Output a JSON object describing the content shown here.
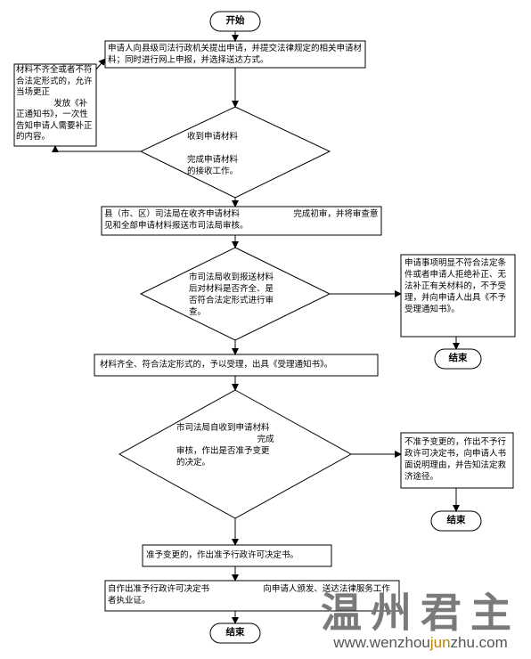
{
  "start": "开始",
  "step1": "申请人向县级司法行政机关提出申请，并提交法律规定的相关申请材料；同时进行网上申报，并选择送达方式。",
  "side_correction": "材料不齐全或者不符合法定形式的，允许当场更正\n              发放《补正通知书》，一次性告知申请人需要补正的内容。",
  "decision1": "收到申请材料\n\n完成申请材料\n的接收工作。",
  "step2": "县（市、区）司法局在收齐申请材料                    完成初审，并将审查意见和全部申请材料报送市司法局审核。",
  "decision2": "市司法局收到报送材料后对材料是否齐全、是否符合法定形式进行审查。",
  "reject1": "申请事项明显不符合法定条件或者申请人拒绝补正、无法补正有关材料的，不予受理，并向申请人出具《不予受理通知书》。",
  "end1": "结束",
  "step3": "材料齐全、符合法定形式的，予以受理，出具《受理通知书》。",
  "decision3": "市司法局自收到申请材料\n                              完成\n审核，作出是否准予变更\n的决定。",
  "reject2": "不准予变更的，作出不予行政许可决定书，向申请人书面说明理由，并告知法定救济途径。",
  "end2": "结束",
  "step4": "准予变更的，作出准予行政许可决定书。",
  "step5": "自作出准予行政许可决定书                    向申请人颁发、送达法律服务工作者执业证。",
  "end3": "结束",
  "watermark": {
    "cn": "温州君主",
    "url_pre": "www.wenzhou",
    "url_hl": "jun",
    "url_post": "zhu.com"
  }
}
